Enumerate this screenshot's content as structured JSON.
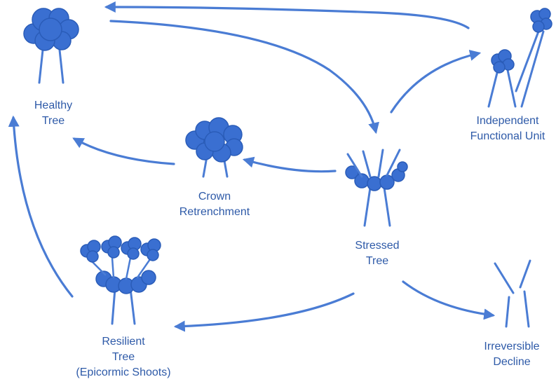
{
  "diagram": {
    "colors": {
      "tree_fill": "#3a6fd1",
      "tree_stroke": "#2a5cb8",
      "arrow": "#4a7cd4",
      "text": "#2e5aa8"
    },
    "nodes": {
      "healthy": {
        "line1": "Healthy",
        "line2": "Tree",
        "icon": "healthy-tree-icon"
      },
      "independent": {
        "line1": "Independent",
        "line2": "Functional Unit",
        "icon": "independent-unit-icon"
      },
      "crown": {
        "line1": "Crown",
        "line2": "Retrenchment",
        "icon": "crown-retrenchment-icon"
      },
      "stressed": {
        "line1": "Stressed",
        "line2": "Tree",
        "icon": "stressed-tree-icon"
      },
      "resilient": {
        "line1": "Resilient",
        "line2": "Tree",
        "line3": "(Epicormic Shoots)",
        "icon": "resilient-tree-icon"
      },
      "decline": {
        "line1": "Irreversible",
        "line2": "Decline",
        "icon": "broken-trunk-icon"
      }
    },
    "edges": [
      {
        "from": "Independent Functional Unit",
        "to": "Healthy Tree"
      },
      {
        "from": "Healthy Tree",
        "to": "Stressed Tree"
      },
      {
        "from": "Stressed Tree",
        "to": "Independent Functional Unit"
      },
      {
        "from": "Stressed Tree",
        "to": "Crown Retrenchment"
      },
      {
        "from": "Crown Retrenchment",
        "to": "Healthy Tree"
      },
      {
        "from": "Stressed Tree",
        "to": "Resilient Tree (Epicormic Shoots)"
      },
      {
        "from": "Resilient Tree (Epicormic Shoots)",
        "to": "Healthy Tree"
      },
      {
        "from": "Stressed Tree",
        "to": "Irreversible Decline"
      }
    ]
  }
}
